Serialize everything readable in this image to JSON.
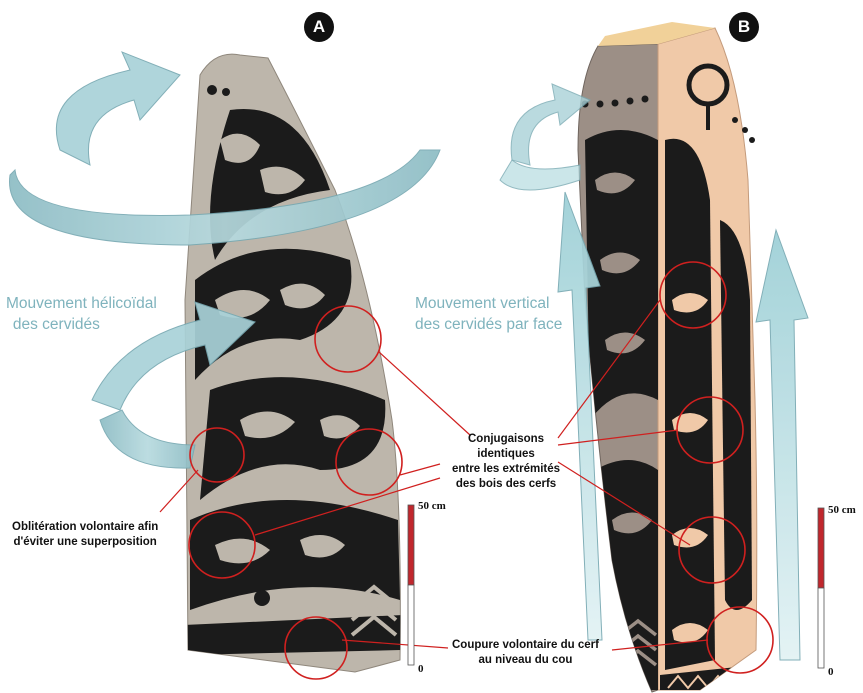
{
  "panels": {
    "a": "A",
    "b": "B"
  },
  "movements": {
    "helical": [
      "Mouvement hélicoïdal",
      "des cervidés"
    ],
    "vertical": [
      "Mouvement vertical",
      "des cervidés par face"
    ]
  },
  "annotations": {
    "conjugaisons": [
      "Conjugaisons",
      "identiques",
      "entre les extrémités",
      "des bois des cerfs"
    ],
    "obliteration": [
      "Oblitération volontaire afin",
      "d'éviter une superposition"
    ],
    "coupure": [
      "Coupure volontaire du cerf",
      "au niveau du cou"
    ]
  },
  "scales": {
    "a": {
      "top": "50 cm",
      "bottom": "0"
    },
    "b": {
      "top": "50 cm",
      "bottom": "0"
    }
  },
  "colors": {
    "stone_a": "#bdb6ab",
    "stone_b_light": "#f0c9a8",
    "stone_b_shadow": "#9c8f86",
    "engraving": "#1b1b1b",
    "arrow": "#a9d2d8",
    "arrow_dark": "#78a9b2",
    "circle": "#d0201f",
    "movement_text": "#7fb3bd"
  }
}
